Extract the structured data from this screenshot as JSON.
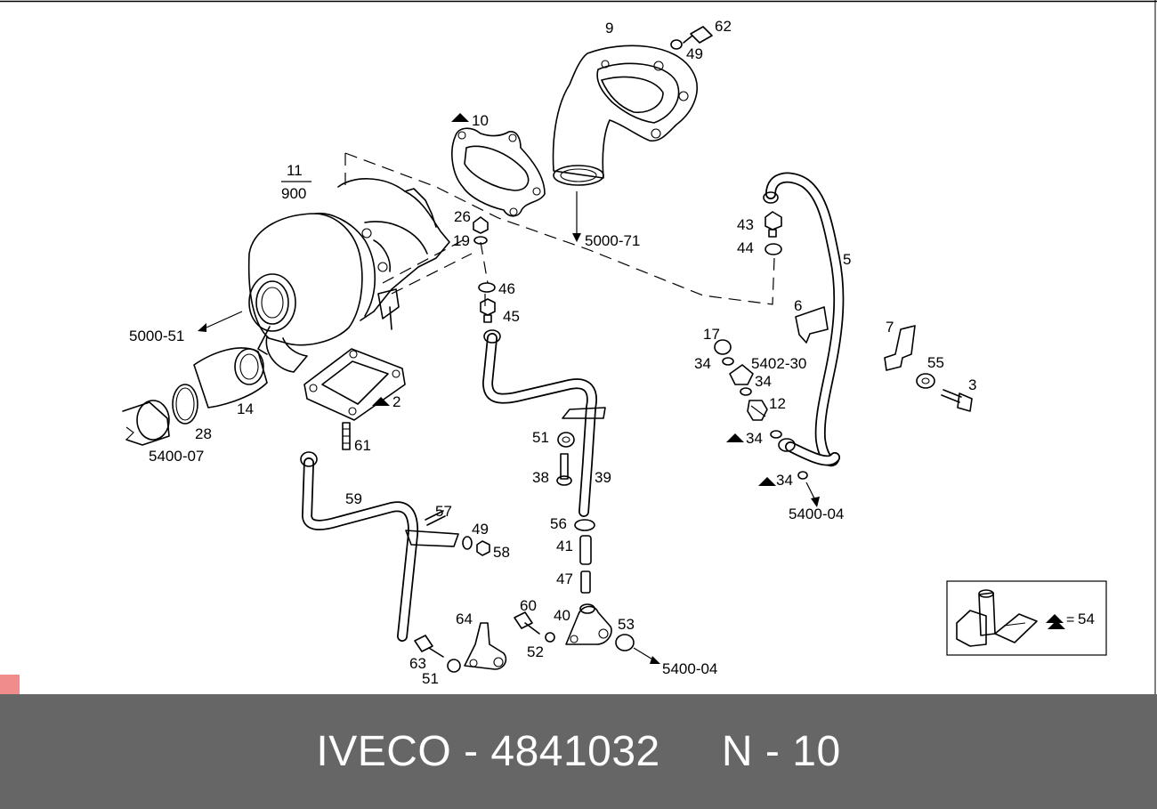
{
  "diagram": {
    "labels": [
      {
        "id": "l9",
        "text": "9"
      },
      {
        "id": "l62",
        "text": "62"
      },
      {
        "id": "l49a",
        "text": "49"
      },
      {
        "id": "l10",
        "text": "10"
      },
      {
        "id": "l11",
        "text": "11"
      },
      {
        "id": "l900",
        "text": "900"
      },
      {
        "id": "l26",
        "text": "26"
      },
      {
        "id": "l19",
        "text": "19"
      },
      {
        "id": "l500071",
        "text": "5000-71"
      },
      {
        "id": "l43",
        "text": "43"
      },
      {
        "id": "l44",
        "text": "44"
      },
      {
        "id": "l5",
        "text": "5"
      },
      {
        "id": "l46",
        "text": "46"
      },
      {
        "id": "l45",
        "text": "45"
      },
      {
        "id": "l6",
        "text": "6"
      },
      {
        "id": "l500051",
        "text": "5000-51"
      },
      {
        "id": "l17",
        "text": "17"
      },
      {
        "id": "l7",
        "text": "7"
      },
      {
        "id": "l34a",
        "text": "34"
      },
      {
        "id": "l540230",
        "text": "5402-30"
      },
      {
        "id": "l55",
        "text": "55"
      },
      {
        "id": "l34b",
        "text": "34"
      },
      {
        "id": "l3",
        "text": "3"
      },
      {
        "id": "l14",
        "text": "14"
      },
      {
        "id": "l2",
        "text": "2"
      },
      {
        "id": "l12",
        "text": "12"
      },
      {
        "id": "l28",
        "text": "28"
      },
      {
        "id": "l540007",
        "text": "5400-07"
      },
      {
        "id": "l34c",
        "text": "34"
      },
      {
        "id": "l51a",
        "text": "51"
      },
      {
        "id": "l61",
        "text": "61"
      },
      {
        "id": "l38",
        "text": "38"
      },
      {
        "id": "l39",
        "text": "39"
      },
      {
        "id": "l34d",
        "text": "34"
      },
      {
        "id": "l540004a",
        "text": "5400-04"
      },
      {
        "id": "l59",
        "text": "59"
      },
      {
        "id": "l57",
        "text": "57"
      },
      {
        "id": "l56",
        "text": "56"
      },
      {
        "id": "l49b",
        "text": "49"
      },
      {
        "id": "l58",
        "text": "58"
      },
      {
        "id": "l41",
        "text": "41"
      },
      {
        "id": "l47",
        "text": "47"
      },
      {
        "id": "l60",
        "text": "60"
      },
      {
        "id": "l64",
        "text": "64"
      },
      {
        "id": "l40",
        "text": "40"
      },
      {
        "id": "l53",
        "text": "53"
      },
      {
        "id": "l52",
        "text": "52"
      },
      {
        "id": "l63",
        "text": "63"
      },
      {
        "id": "l51b",
        "text": "51"
      },
      {
        "id": "l540004b",
        "text": "5400-04"
      }
    ],
    "legend": {
      "equals": "=",
      "ref": "54"
    }
  },
  "footer": {
    "caption": "IVECO - 4841032     N - 10"
  },
  "colors": {
    "footer_bg": "#666666",
    "caption": "#ffffff",
    "corner_mark": "#f08c8c"
  }
}
